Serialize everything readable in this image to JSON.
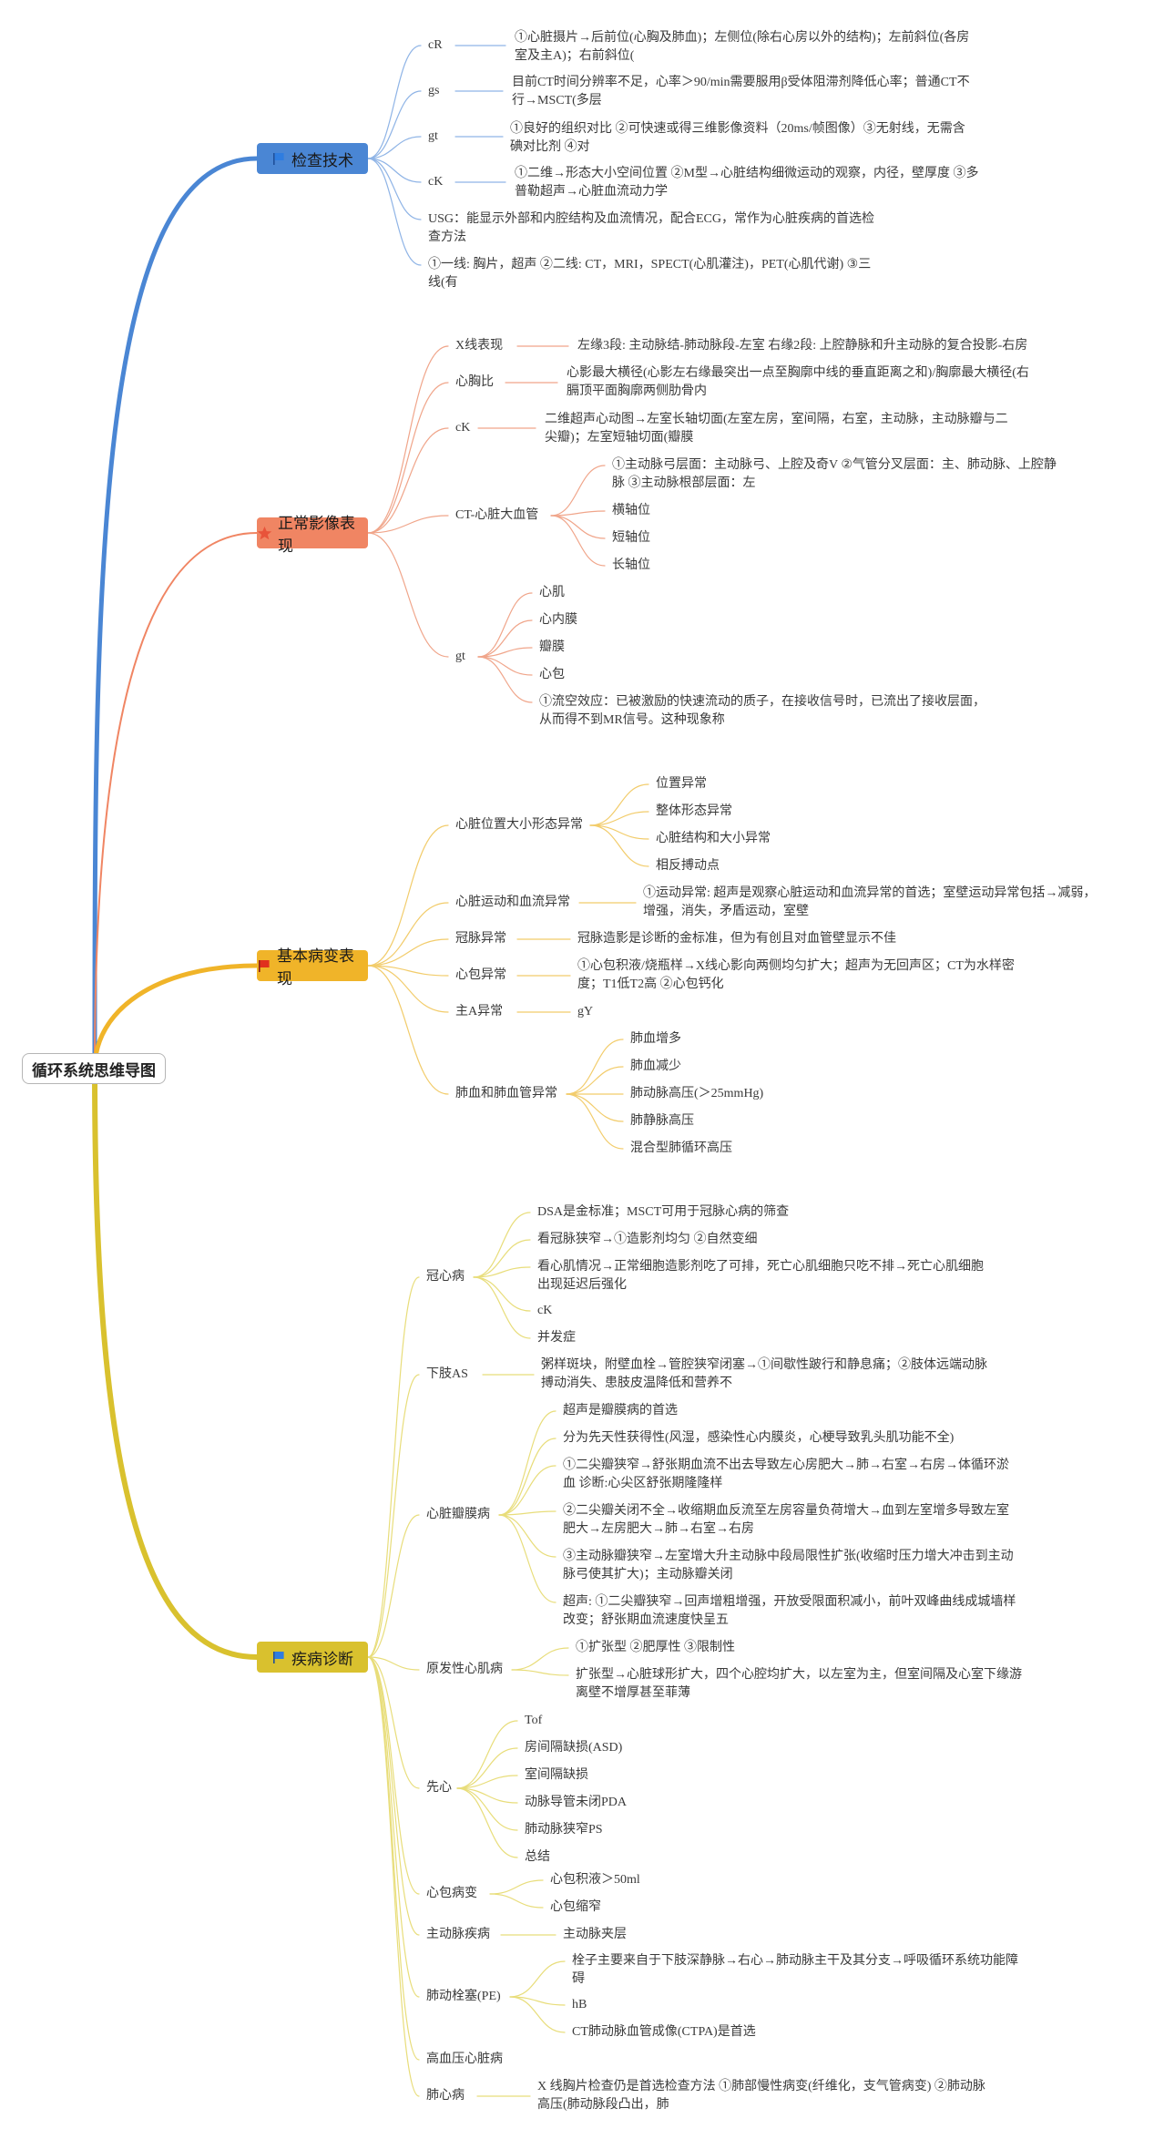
{
  "title": "循环系统思维导图",
  "colors": {
    "exam": "#4a86d4",
    "normal": "#f08563",
    "basic": "#f0b429",
    "disease": "#d9c12e",
    "exam_light": "#8fb4e6",
    "normal_light": "#f0a58a",
    "basic_light": "#f2cc6b",
    "disease_light": "#e8dd7a"
  },
  "categories": {
    "exam": {
      "label": "检查技术",
      "icon": "blue-flag-icon",
      "items": [
        {
          "label": "cR",
          "detail": "①心脏摄片→后前位(心胸及肺血)；左侧位(除右心房以外的结构)；左前斜位(各房室及主A)；右前斜位("
        },
        {
          "label": "gs",
          "detail": "目前CT时间分辨率不足，心率＞90/min需要服用β受体阻滞剂降低心率；普通CT不行→MSCT(多层"
        },
        {
          "label": "gt",
          "detail": "①良好的组织对比 ②可快速或得三维影像资料（20ms/帧图像）③无射线，无需含碘对比剂 ④对"
        },
        {
          "label": "cK",
          "detail": "①二维→形态大小空间位置 ②M型→心脏结构细微运动的观察，内径，壁厚度 ③多普勒超声→心脏血流动力学"
        },
        {
          "label": "USG：能显示外部和内腔结构及血流情况，配合ECG，常作为心脏疾病的首选检查方法"
        },
        {
          "label": "①一线: 胸片，超声 ②二线: CT，MRI，SPECT(心肌灌注)，PET(心肌代谢) ③三线(有"
        }
      ]
    },
    "normal": {
      "label": "正常影像表现",
      "icon": "orange-star-icon",
      "items": [
        {
          "label": "X线表现",
          "detail": "左缘3段: 主动脉结-肺动脉段-左室 右缘2段: 上腔静脉和升主动脉的复合投影-右房"
        },
        {
          "label": "心胸比",
          "detail": "心影最大横径(心影左右缘最突出一点至胸廓中线的垂直距离之和)/胸廓最大横径(右膈顶平面胸廓两侧肋骨内"
        },
        {
          "label": "cK",
          "detail": "二维超声心动图→左室长轴切面(左室左房，室间隔，右室，主动脉，主动脉瓣与二尖瓣)；左室短轴切面(瓣膜"
        },
        {
          "label": "CT-心脏大血管",
          "children": [
            "①主动脉弓层面：主动脉弓、上腔及奇V ②气管分叉层面：主、肺动脉、上腔静脉 ③主动脉根部层面：左",
            "横轴位",
            "短轴位",
            "长轴位"
          ]
        },
        {
          "label": "gt",
          "children": [
            "心肌",
            "心内膜",
            "瓣膜",
            "心包",
            "①流空效应：已被激励的快速流动的质子，在接收信号时，已流出了接收层面，从而得不到MR信号。这种现象称"
          ]
        }
      ]
    },
    "basic": {
      "label": "基本病变表现",
      "icon": "red-flag-icon",
      "items": [
        {
          "label": "心脏位置大小形态异常",
          "children": [
            "位置异常",
            "整体形态异常",
            "心脏结构和大小异常",
            "相反搏动点"
          ]
        },
        {
          "label": "心脏运动和血流异常",
          "detail": "①运动异常: 超声是观察心脏运动和血流异常的首选；室壁运动异常包括→减弱，增强，消失，矛盾运动，室壁"
        },
        {
          "label": "冠脉异常",
          "detail": "冠脉造影是诊断的金标准，但为有创且对血管壁显示不佳"
        },
        {
          "label": "心包异常",
          "detail": "①心包积液/烧瓶样→X线心影向两侧均匀扩大；超声为无回声区；CT为水样密度；T1低T2高 ②心包钙化"
        },
        {
          "label": "主A异常",
          "detail": "gY"
        },
        {
          "label": "肺血和肺血管异常",
          "children": [
            "肺血增多",
            "肺血减少",
            "肺动脉高压(＞25mmHg)",
            "肺静脉高压",
            "混合型肺循环高压"
          ]
        }
      ]
    },
    "disease": {
      "label": "疾病诊断",
      "icon": "blue-flag-icon",
      "items": [
        {
          "label": "冠心病",
          "children": [
            "DSA是金标准；MSCT可用于冠脉心病的筛查",
            "看冠脉狭窄→①造影剂均匀 ②自然变细",
            "看心肌情况→正常细胞造影剂吃了可排，死亡心肌细胞只吃不排→死亡心肌细胞出现延迟后强化",
            "cK",
            "并发症"
          ]
        },
        {
          "label": "下肢AS",
          "detail": "粥样斑块，附壁血栓→管腔狭窄闭塞→①间歇性跛行和静息痛；②肢体远端动脉搏动消失、患肢皮温降低和营养不"
        },
        {
          "label": "心脏瓣膜病",
          "children": [
            "超声是瓣膜病的首选",
            "分为先天性获得性(风湿，感染性心内膜炎，心梗导致乳头肌功能不全)",
            "①二尖瓣狭窄→舒张期血流不出去导致左心房肥大→肺→右室→右房→体循环淤血 诊断:心尖区舒张期隆隆样",
            "②二尖瓣关闭不全→收缩期血反流至左房容量负荷增大→血到左室增多导致左室肥大→左房肥大→肺→右室→右房",
            "③主动脉瓣狭窄→左室增大升主动脉中段局限性扩张(收缩时压力增大冲击到主动脉弓使其扩大)；主动脉瓣关闭",
            "超声: ①二尖瓣狭窄→回声增粗增强，开放受限面积减小，前叶双峰曲线成城墙样改变；舒张期血流速度快呈五"
          ]
        },
        {
          "label": "原发性心肌病",
          "children": [
            "①扩张型 ②肥厚性 ③限制性",
            "扩张型→心脏球形扩大，四个心腔均扩大，以左室为主，但室间隔及心室下缘游离壁不增厚甚至菲薄"
          ]
        },
        {
          "label": "先心",
          "children": [
            "Tof",
            "房间隔缺损(ASD)",
            "室间隔缺损",
            "动脉导管未闭PDA",
            "肺动脉狭窄PS",
            "总结"
          ]
        },
        {
          "label": "心包病变",
          "children": [
            "心包积液＞50ml",
            "心包缩窄"
          ]
        },
        {
          "label": "主动脉疾病",
          "detail": "主动脉夹层"
        },
        {
          "label": "肺动栓塞(PE)",
          "children": [
            "栓子主要来自于下肢深静脉→右心→肺动脉主干及其分支→呼吸循环系统功能障碍",
            "hB",
            "CT肺动脉血管成像(CTPA)是首选"
          ]
        },
        {
          "label": "高血压心脏病"
        },
        {
          "label": "肺心病",
          "detail": "X 线胸片检查仍是首选检查方法 ①肺部慢性病变(纤维化，支气管病变) ②肺动脉高压(肺动脉段凸出，肺"
        }
      ]
    }
  }
}
